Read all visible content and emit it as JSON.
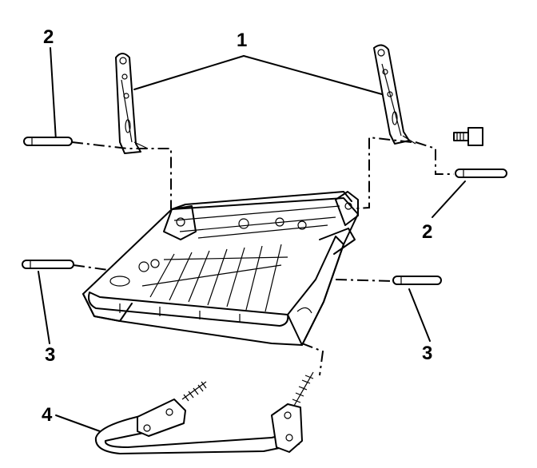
{
  "callouts": {
    "c1": "1",
    "c2_left": "2",
    "c2_right": "2",
    "c3_left": "3",
    "c3_right": "3",
    "c4": "4"
  }
}
